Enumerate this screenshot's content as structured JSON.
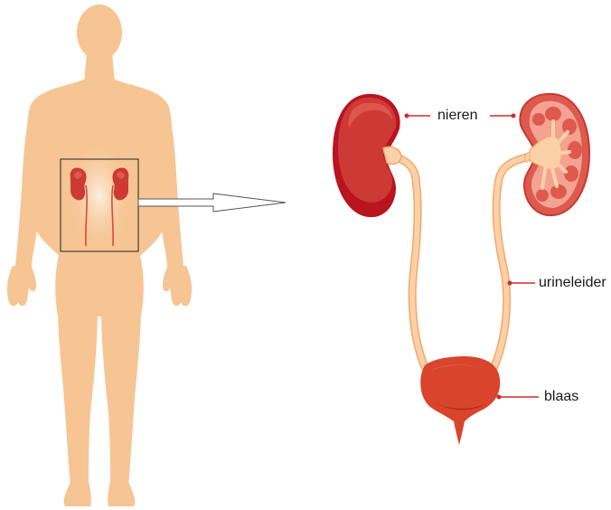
{
  "labels": {
    "kidneys": "nieren",
    "ureter": "urineleider",
    "bladder": "blaas"
  },
  "colors": {
    "skin": "#f6c593",
    "skin_highlight": "#fbe3c8",
    "kidney_dark": "#b9141f",
    "kidney_main": "#cd3a36",
    "kidney_light": "#de5a4e",
    "kidney_inner": "#f4a291",
    "kidney_inner_pale": "#fbd5b4",
    "ureter_fill": "#fcd1a8",
    "ureter_stroke": "#f2a86a",
    "bladder": "#d9442d",
    "bladder_dark": "#b52b1c",
    "leader_line": "#d02b2b",
    "leader_dot": "#d02b2b",
    "frame": "#222222"
  }
}
